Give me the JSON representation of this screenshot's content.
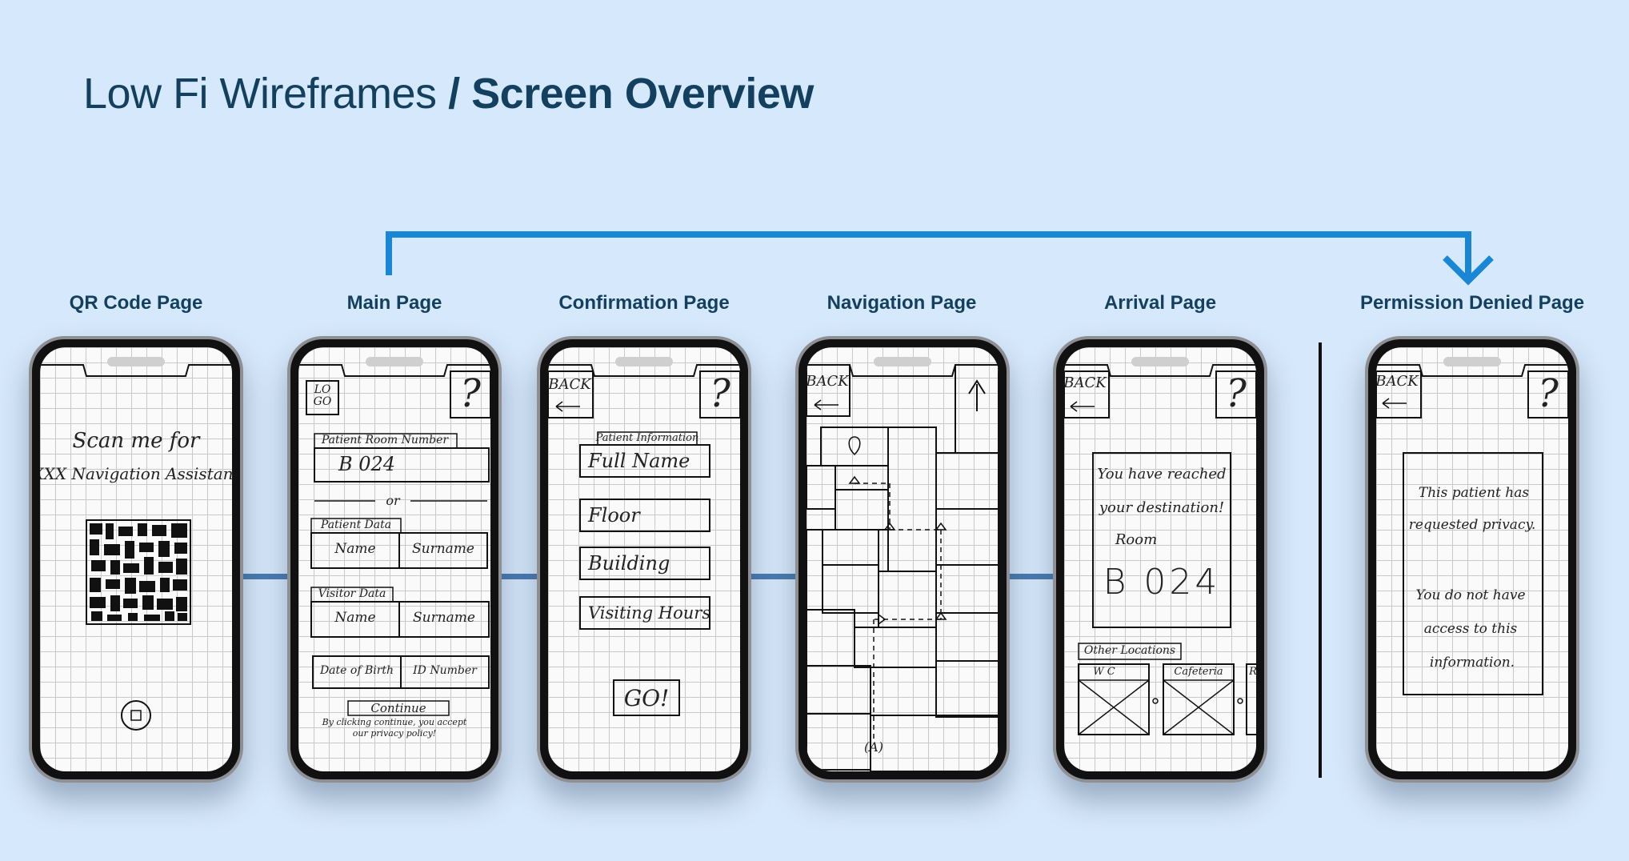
{
  "header": {
    "title_light": "Low Fi Wireframes",
    "title_bold": "/ Screen Overview"
  },
  "colors": {
    "background": "#d6e8fb",
    "title": "#14405f",
    "flow_arrow": "#1a86d6",
    "connector": "#4a7bb0"
  },
  "screens": [
    {
      "label": "QR Code Page",
      "texts": {
        "line1": "Scan me for",
        "line2": "XXX Navigation Assistant"
      }
    },
    {
      "label": "Main Page",
      "texts": {
        "logo": "LO GO",
        "help": "?",
        "room_header": "Patient Room Number",
        "room_value": "B 024",
        "or": "or",
        "patient_header": "Patient Data",
        "name": "Name",
        "surname": "Surname",
        "visitor_header": "Visitor Data",
        "v_name": "Name",
        "v_surname": "Surname",
        "dob": "Date of Birth",
        "id_number": "ID Number",
        "continue": "Continue",
        "policy": "By clicking continue, you accept our privacy policy!"
      }
    },
    {
      "label": "Confirmation Page",
      "texts": {
        "back": "BACK",
        "help": "?",
        "info_header": "Patient Information",
        "full_name": "Full Name",
        "floor": "Floor",
        "building": "Building",
        "visiting": "Visiting Hours",
        "go": "GO!"
      }
    },
    {
      "label": "Navigation Page",
      "texts": {
        "back": "BACK",
        "position": "(A)"
      }
    },
    {
      "label": "Arrival Page",
      "texts": {
        "back": "BACK",
        "help": "?",
        "msg1": "You have reached",
        "msg2": "your destination!",
        "msg3": "Room",
        "room": "B 024",
        "other": "Other Locations",
        "wc": "W C",
        "cafeteria": "Cafeteria",
        "partial": "R"
      }
    },
    {
      "label": "Permission Denied Page",
      "texts": {
        "back": "BACK",
        "help": "?",
        "msg1": "This patient has",
        "msg2": "requested privacy.",
        "msg3": "You do not have",
        "msg4": "access to this",
        "msg5": "information."
      }
    }
  ]
}
